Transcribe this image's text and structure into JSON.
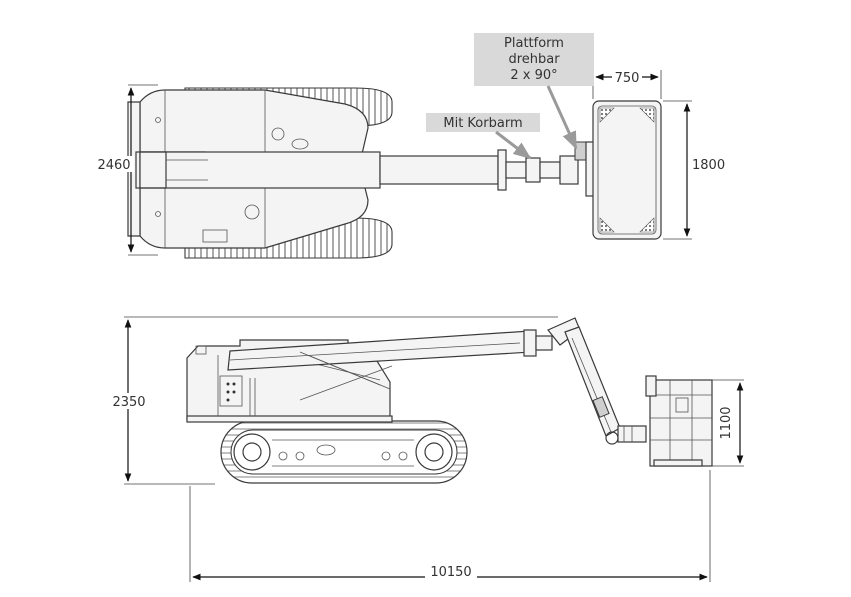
{
  "top_view": {
    "width_dim": "2460",
    "platform_height_dim": "1800",
    "platform_width_dim": "750"
  },
  "side_view": {
    "height_dim": "2350",
    "platform_side_dim": "1100",
    "total_length_dim": "10150"
  },
  "callouts": {
    "platform_line1": "Plattform",
    "platform_line2": "drehbar",
    "platform_line3": "2 x 90°",
    "jib": "Mit Korbarm"
  },
  "colors": {
    "callout_bg": "#d9d9d9",
    "callout_arrow": "#9a9a9a",
    "line": "#3a3a3a",
    "dimension": "#111111"
  }
}
